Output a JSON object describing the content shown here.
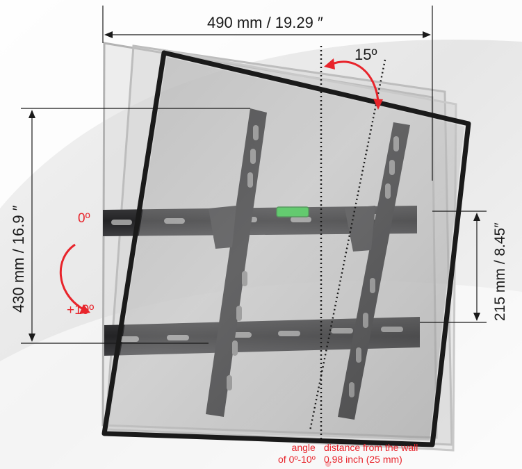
{
  "dimensions": {
    "width_label": "490 mm / 19.29 ″",
    "height_label": "430 mm / 16.9 ″",
    "spacing_label": "215 mm / 8.45″"
  },
  "angles": {
    "swivel_label": "15º",
    "tilt_start_label": "0º",
    "tilt_end_label": "+10º"
  },
  "notes": {
    "angle_line1": "angle",
    "angle_line2": "of 0º-10º",
    "distance_line1": "distance from the wall",
    "distance_line2": "0.98 inch (25 mm)"
  },
  "colors": {
    "accent_red": "#e8242b",
    "dimension_line": "#1a1a1a",
    "bracket": "#2e2e30",
    "level_green": "#2ecc40"
  }
}
